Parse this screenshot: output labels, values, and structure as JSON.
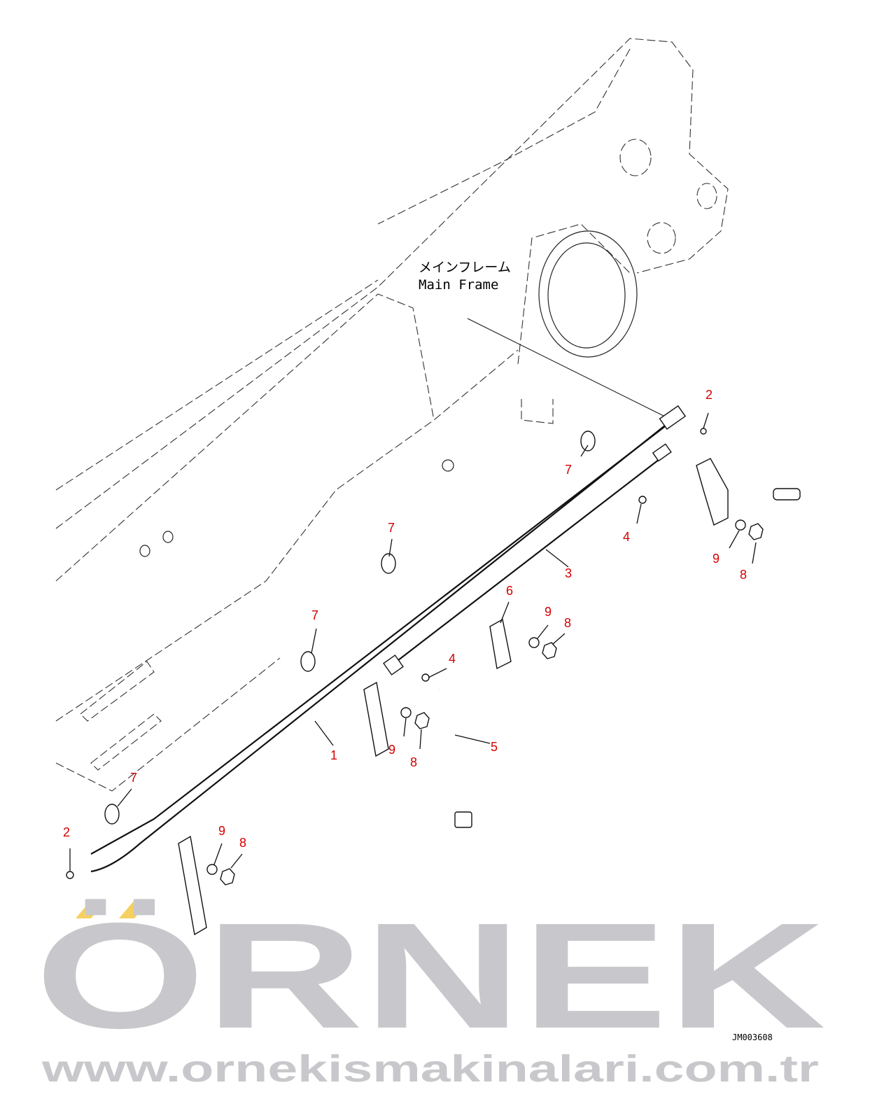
{
  "diagram": {
    "frame_label_jp": "メインフレーム",
    "frame_label_en": "Main Frame",
    "drawing_code": "JM003608",
    "watermark": {
      "brand": "ÖRNEK",
      "url": "www.ornekismakinalari.com.tr",
      "accent_color": "#f5d060"
    },
    "callouts": [
      "2",
      "7",
      "4",
      "9",
      "8",
      "3",
      "7",
      "6",
      "9",
      "8",
      "7",
      "4",
      "5",
      "1",
      "9",
      "8",
      "7",
      "2",
      "9",
      "8"
    ]
  }
}
